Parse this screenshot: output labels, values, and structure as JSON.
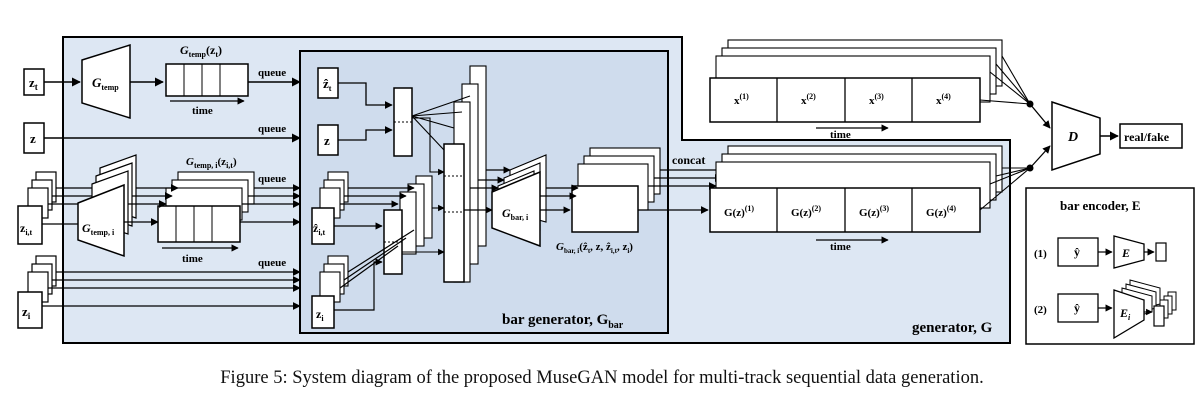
{
  "figure": {
    "caption": "Figure 5: System diagram of the proposed MuseGAN model for multi-track sequential data generation."
  },
  "inputs": {
    "z_t": "z",
    "z_t_sub": "t",
    "z": "z",
    "z_it": "z",
    "z_it_sub": "i,t",
    "z_i": "z",
    "z_i_sub": "i"
  },
  "modules": {
    "g_temp": "G",
    "g_temp_sub": "temp",
    "g_temp_i": "G",
    "g_temp_i_sub": "temp, i",
    "g_temp_out": "G",
    "g_temp_out_sub": "temp",
    "g_temp_out_arg": "(z",
    "g_temp_out_arg_sub": "t",
    "g_temp_i_out": "G",
    "g_temp_i_out_sub": "temp, i",
    "g_temp_i_out_arg": "(z",
    "g_temp_i_out_arg_sub": "i,t",
    "g_bar_i": "G",
    "g_bar_i_sub": "bar, i",
    "g_bar_out": "G",
    "g_bar_out_sub": "bar, i",
    "g_bar_out_args": "(ẑ",
    "g_bar_out_args2": ", z, ẑ",
    "g_bar_out_args3": ", z",
    "bar_generator_label": "bar generator, G",
    "bar_generator_sub": "bar",
    "generator_label": "generator, G",
    "discriminator": "D"
  },
  "flow": {
    "time": "time",
    "queue": "queue",
    "concat": "concat",
    "real_fake": "real/fake"
  },
  "bar_inner": {
    "zhat_t": "ẑ",
    "zhat_t_sub": "t",
    "z": "z",
    "zhat_it": "ẑ",
    "zhat_it_sub": "i,t",
    "z_i": "z",
    "z_i_sub": "i"
  },
  "real_bars": [
    "x",
    "x",
    "x",
    "x"
  ],
  "real_bars_sup": [
    "(1)",
    "(2)",
    "(3)",
    "(4)"
  ],
  "generated_bars": [
    "G(z)",
    "G(z)",
    "G(z)",
    "G(z)"
  ],
  "generated_bars_sup": [
    "(1)",
    "(2)",
    "(3)",
    "(4)"
  ],
  "bar_encoder": {
    "title": "bar encoder, E",
    "item1": "(1)",
    "item2": "(2)",
    "yhat": "ŷ",
    "e": "E",
    "e_i": "E",
    "e_i_sub": "i"
  }
}
